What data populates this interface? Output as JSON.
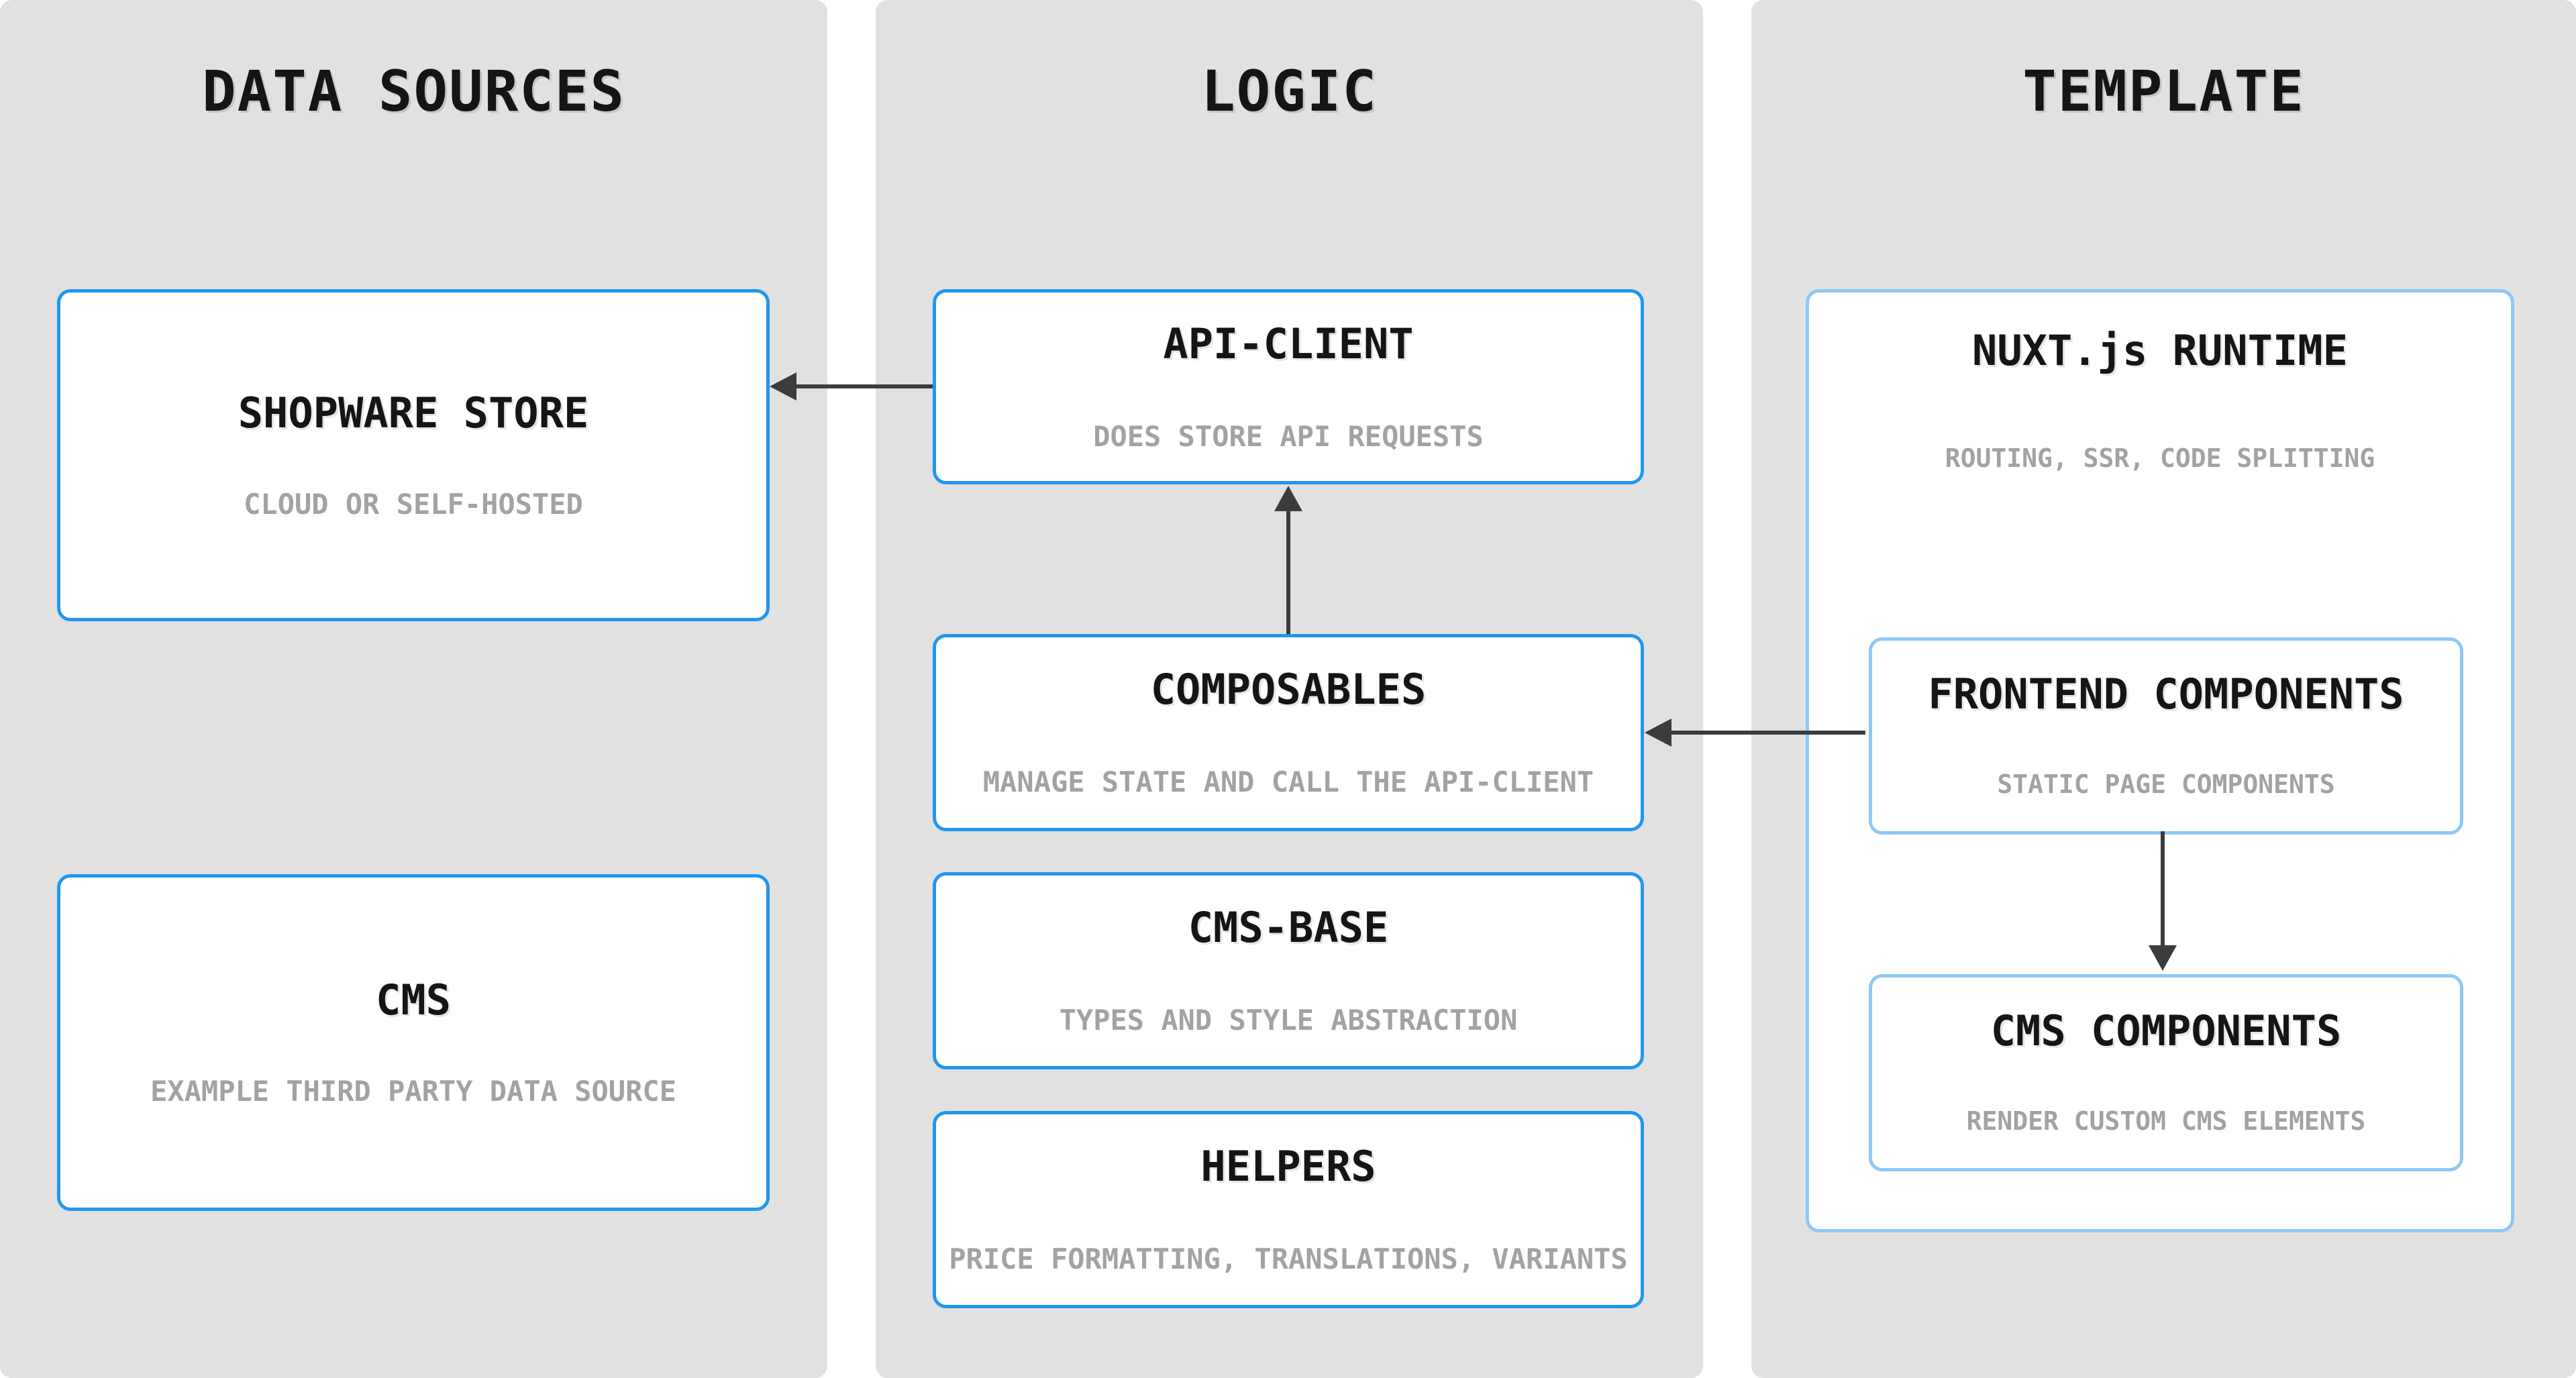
{
  "columns": [
    {
      "title": "DATA SOURCES",
      "boxes": [
        {
          "title": "SHOPWARE STORE",
          "subtitle": "CLOUD OR SELF-HOSTED"
        },
        {
          "title": "CMS",
          "subtitle": "EXAMPLE THIRD PARTY DATA SOURCE"
        }
      ]
    },
    {
      "title": "LOGIC",
      "boxes": [
        {
          "title": "API-CLIENT",
          "subtitle": "DOES STORE API REQUESTS"
        },
        {
          "title": "COMPOSABLES",
          "subtitle": "MANAGE STATE AND CALL THE API-CLIENT"
        },
        {
          "title": "CMS-BASE",
          "subtitle": "TYPES AND STYLE ABSTRACTION"
        },
        {
          "title": "HELPERS",
          "subtitle": "PRICE FORMATTING, TRANSLATIONS, VARIANTS"
        }
      ]
    },
    {
      "title": "TEMPLATE",
      "boxes": [
        {
          "title": "NUXT.js RUNTIME",
          "subtitle": "ROUTING, SSR, CODE SPLITTING",
          "children": [
            {
              "title": "FRONTEND COMPONENTS",
              "subtitle": "STATIC PAGE COMPONENTS"
            },
            {
              "title": "CMS COMPONENTS",
              "subtitle": "RENDER CUSTOM CMS ELEMENTS"
            }
          ]
        }
      ]
    }
  ],
  "arrows": [
    {
      "from": "API-CLIENT",
      "to": "SHOPWARE STORE",
      "direction": "left"
    },
    {
      "from": "COMPOSABLES",
      "to": "API-CLIENT",
      "direction": "up"
    },
    {
      "from": "FRONTEND COMPONENTS",
      "to": "COMPOSABLES",
      "direction": "left"
    },
    {
      "from": "FRONTEND COMPONENTS",
      "to": "CMS COMPONENTS",
      "direction": "down"
    }
  ],
  "colors": {
    "background": "#ffffff",
    "panel_gray": "#e1e1e1",
    "box_border_blue": "#1f97ee",
    "box_border_light_blue": "#8fc8f3",
    "title_black": "#151515",
    "subtitle_gray": "#a2a2a2",
    "arrow_dark": "#3a3c3e"
  }
}
